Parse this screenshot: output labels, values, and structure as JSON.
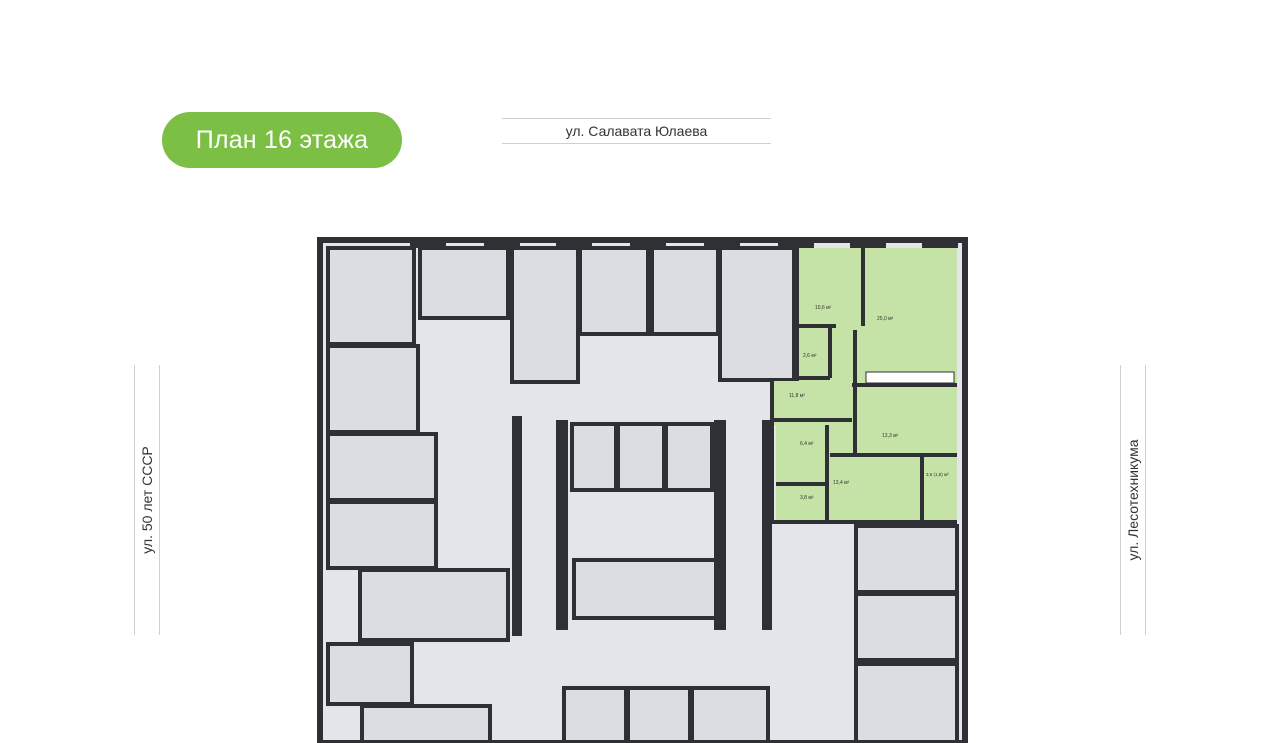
{
  "header": {
    "floor_plan_label": "План 16 этажа"
  },
  "streets": {
    "top": "ул. Салавата Юлаева",
    "left": "ул. 50 лет СССР",
    "right": "ул. Лесотехникума"
  },
  "colors": {
    "accent": "#7cbf45",
    "apartment_fill": "#c5e3a6",
    "room_fill": "#dcdde2",
    "wall": "#2f3034"
  },
  "apartment": {
    "rooms": [
      {
        "area": "10,6 м²"
      },
      {
        "area": "25,0 м²"
      },
      {
        "area": "2,6 м²"
      },
      {
        "area": "11,8 м²"
      },
      {
        "area": "13,3 м²"
      },
      {
        "area": "6,4 м²"
      },
      {
        "area": "13,4 м²"
      },
      {
        "area": "3,8 м²"
      },
      {
        "area": "3,6 (1,8) м²"
      }
    ]
  }
}
